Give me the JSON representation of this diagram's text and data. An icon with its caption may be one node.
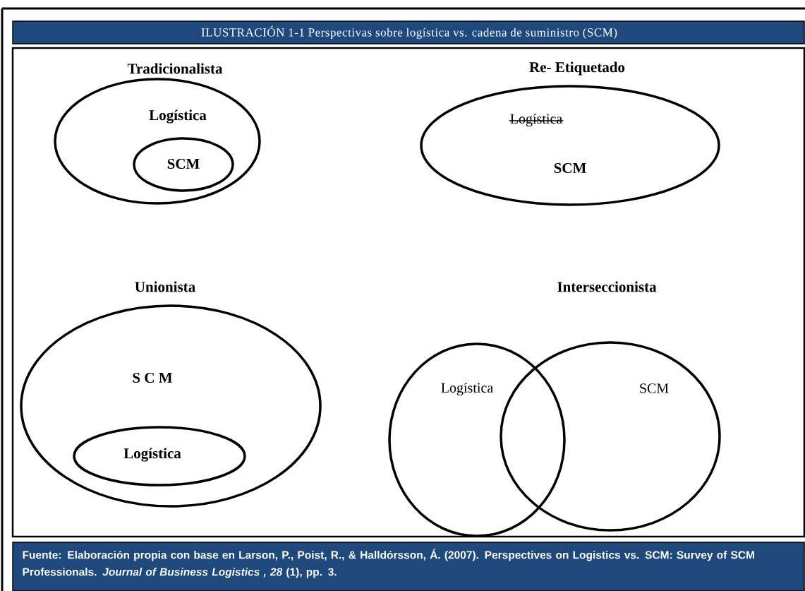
{
  "diagram": {
    "title": "ILUSTRACIÓN 1-1 Perspectivas sobre logística vs. cadena de suministro (SCM)",
    "caption": "Fuente: Elaboración propia con base en Larson, P., Poist, R., & Halldórsson, Á. (2007). Perspectives on Logistics vs. SCM: Survey of SCM Professionals. *Journal of Business Logistics , 28* (1), pp. 3.",
    "nodes": [
      {
        "text": [
          "Logística"
        ]
      },
      {
        "text": [
          "SCM"
        ],
        "in": 0
      },
      {
        "text": [
          "Logística",
          "SCM"
        ]
      },
      {
        "text": [
          "S C M"
        ]
      },
      {
        "text": [
          "Logística"
        ],
        "in": 3
      },
      {
        "text": [
          "Logística"
        ]
      },
      {
        "text": [
          "SCM"
        ]
      }
    ],
    "labels": [
      "Tradicionalista",
      "Re- Etiquetado",
      "Unionista",
      "Interseccionista"
    ]
  }
}
